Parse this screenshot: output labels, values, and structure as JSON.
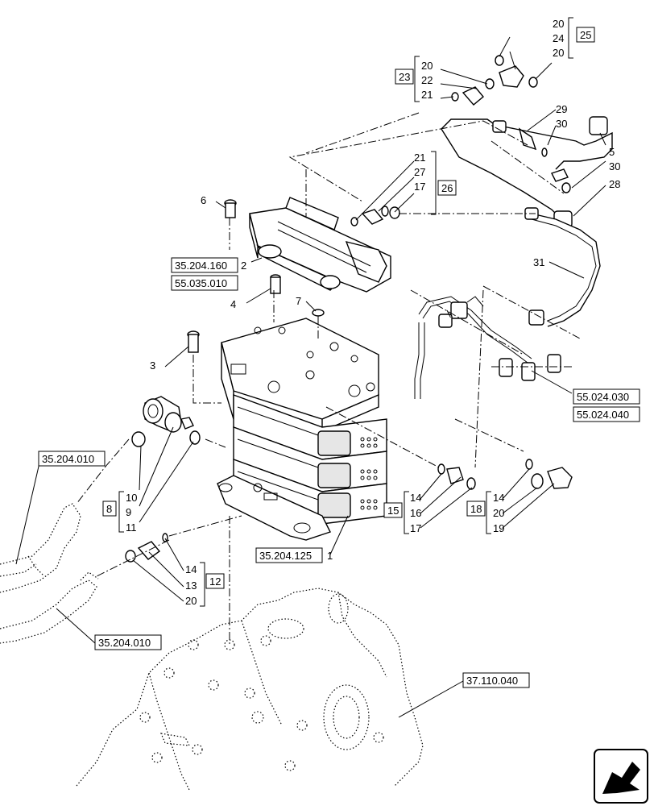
{
  "ref_labels": {
    "r1": "35.204.160",
    "r2": "55.035.010",
    "r3": "55.024.030",
    "r4": "55.024.040",
    "r5": "35.204.010",
    "r6": "35.204.125",
    "r7": "35.204.010",
    "r8": "37.110.040"
  },
  "group_labels": {
    "g23": "23",
    "g25": "25",
    "g26": "26",
    "g8": "8",
    "g12": "12",
    "g15": "15",
    "g18": "18"
  },
  "part_numbers": {
    "p20a": "20",
    "p24": "24",
    "p20b": "20",
    "p20c": "20",
    "p22": "22",
    "p21a": "21",
    "p29": "29",
    "p30a": "30",
    "p5": "5",
    "p30b": "30",
    "p21b": "21",
    "p27": "27",
    "p17a": "17",
    "p28": "28",
    "p6": "6",
    "p2": "2",
    "p31": "31",
    "p4": "4",
    "p7": "7",
    "p3": "3",
    "p10": "10",
    "p9": "9",
    "p11": "11",
    "p14a": "14",
    "p13": "13",
    "p20d": "20",
    "p14b": "14",
    "p16": "16",
    "p17b": "17",
    "p14c": "14",
    "p20e": "20",
    "p19": "19",
    "p1": "1"
  }
}
